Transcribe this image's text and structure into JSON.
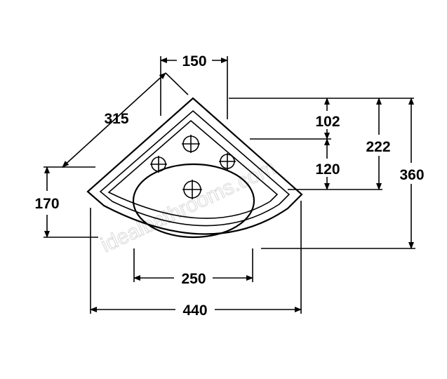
{
  "watermark": "idealbathrooms.com",
  "dimensions": {
    "top_width": "150",
    "diagonal": "315",
    "side_height": "170",
    "tap_offset": "102",
    "bowl_depth": "120",
    "rear_to_bowl": "222",
    "total_depth": "360",
    "bowl_width": "250",
    "total_width": "440"
  }
}
